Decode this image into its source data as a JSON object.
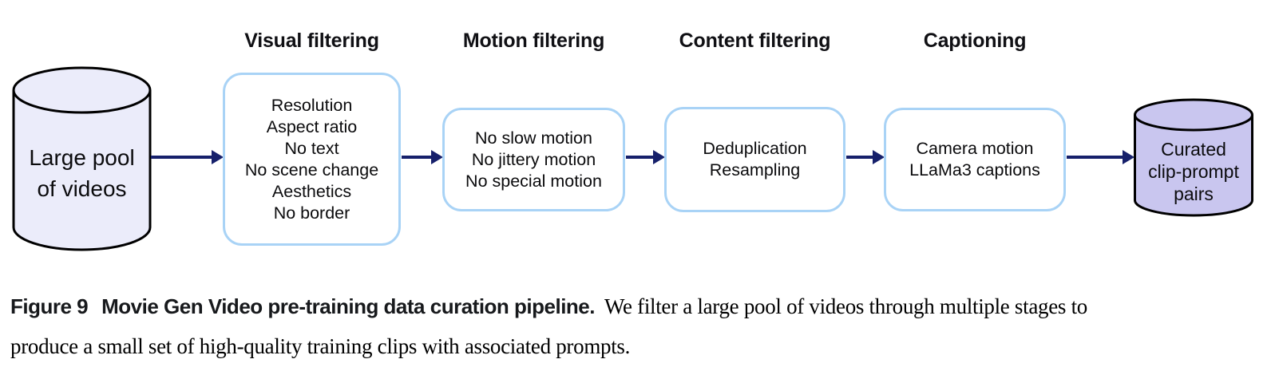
{
  "diagram": {
    "source_db": {
      "lines": [
        "Large pool",
        "of videos"
      ]
    },
    "stages": [
      {
        "title": "Visual filtering",
        "items": [
          "Resolution",
          "Aspect ratio",
          "No text",
          "No scene change",
          "Aesthetics",
          "No border"
        ]
      },
      {
        "title": "Motion filtering",
        "items": [
          "No slow motion",
          "No jittery motion",
          "No special motion"
        ]
      },
      {
        "title": "Content filtering",
        "items": [
          "Deduplication",
          "Resampling"
        ]
      },
      {
        "title": "Captioning",
        "items": [
          "Camera motion",
          "LLaMa3 captions"
        ]
      }
    ],
    "sink_db": {
      "lines": [
        "Curated",
        "clip-prompt",
        "pairs"
      ]
    },
    "colors": {
      "source_fill": "#ebecfa",
      "sink_fill": "#c9c6ef",
      "box_border": "#a9d3f6",
      "box_fill": "#ffffff",
      "arrow": "#16206b",
      "outline": "#000000"
    }
  },
  "caption": {
    "figure_label": "Figure 9",
    "figure_title": "Movie Gen Video pre-training data curation pipeline.",
    "body_line1": "We filter a large pool of videos through multiple stages to",
    "body_line2": "produce a small set of high-quality training clips with associated prompts."
  }
}
